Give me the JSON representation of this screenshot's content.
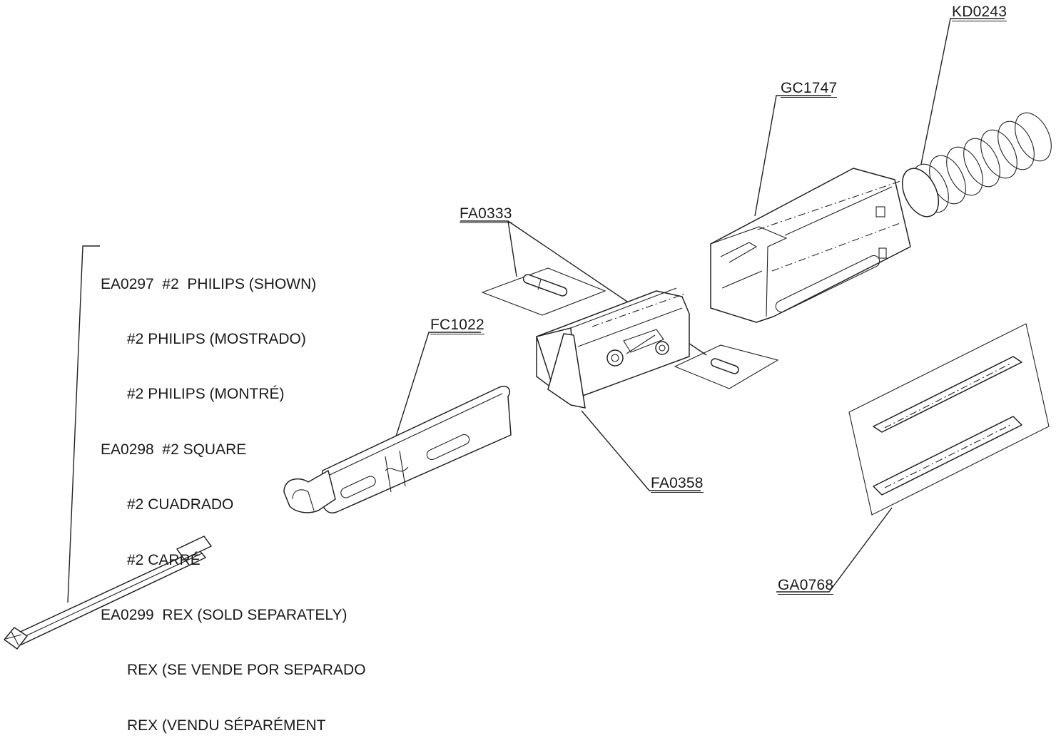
{
  "callouts": {
    "kd0243": "KD0243",
    "gc1747": "GC1747",
    "fa0333": "FA0333",
    "fc1022": "FC1022",
    "fa0358": "FA0358",
    "ga0768": "GA0768"
  },
  "bit_list": [
    {
      "text": "EA0297  #2  PHILIPS (SHOWN)",
      "indent": false
    },
    {
      "text": "#2 PHILIPS (MOSTRADO)",
      "indent": true
    },
    {
      "text": "#2 PHILIPS (MONTRÉ)",
      "indent": true
    },
    {
      "text": "EA0298  #2 SQUARE",
      "indent": false
    },
    {
      "text": "#2 CUADRADO",
      "indent": true
    },
    {
      "text": "#2 CARRÉ",
      "indent": true
    },
    {
      "text": "EA0299  REX (SOLD SEPARATELY)",
      "indent": false
    },
    {
      "text": "REX (SE VENDE POR SEPARADO",
      "indent": true
    },
    {
      "text": "REX (VENDU SÉPARÉMENT",
      "indent": true
    }
  ],
  "colors": {
    "line": "#222222",
    "background": "#ffffff",
    "text": "#1a1a1a"
  }
}
